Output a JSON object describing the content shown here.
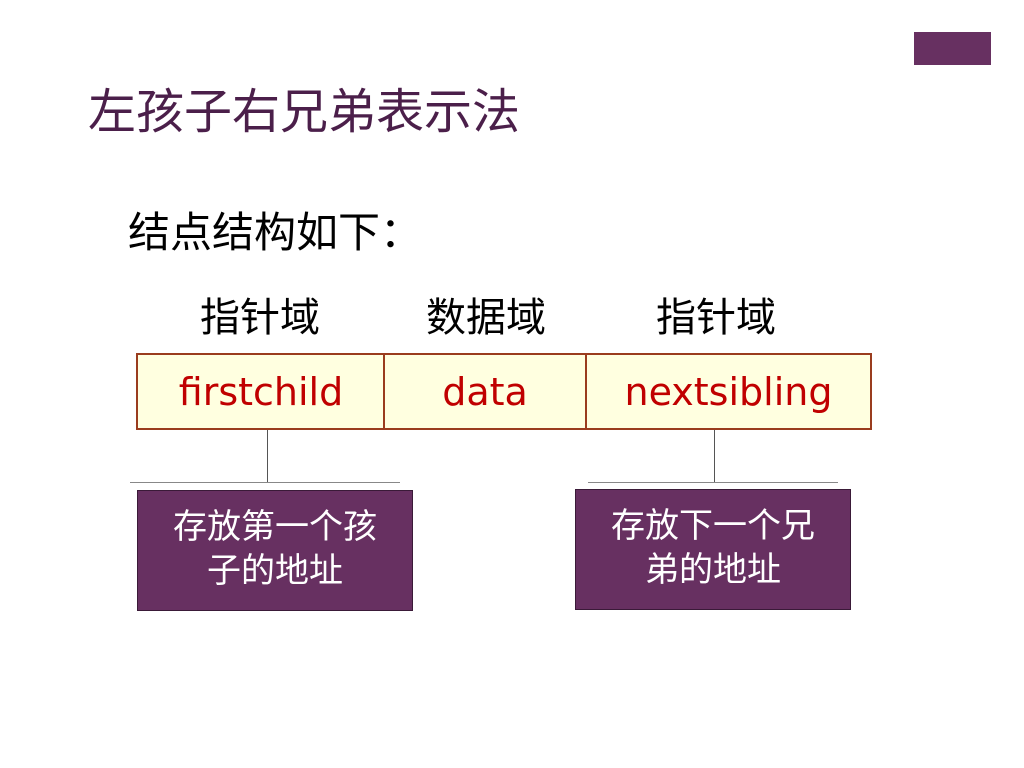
{
  "slide": {
    "title": "左孩子右兄弟表示法",
    "subtitle": "结点结构如下："
  },
  "field_labels": [
    "指针域",
    "数据域",
    "指针域"
  ],
  "node": {
    "cells": [
      "firstchild",
      "data",
      "nextsibling"
    ]
  },
  "descriptions": {
    "firstchild": "存放第一个孩\n子的地址",
    "nextsibling": "存放下一个兄\n弟的地址"
  },
  "colors": {
    "accent_purple": "#673061",
    "title_purple": "#4b1f4a",
    "node_border": "#9a3c1e",
    "node_fill": "#ffffe0",
    "node_text": "#c00000"
  }
}
